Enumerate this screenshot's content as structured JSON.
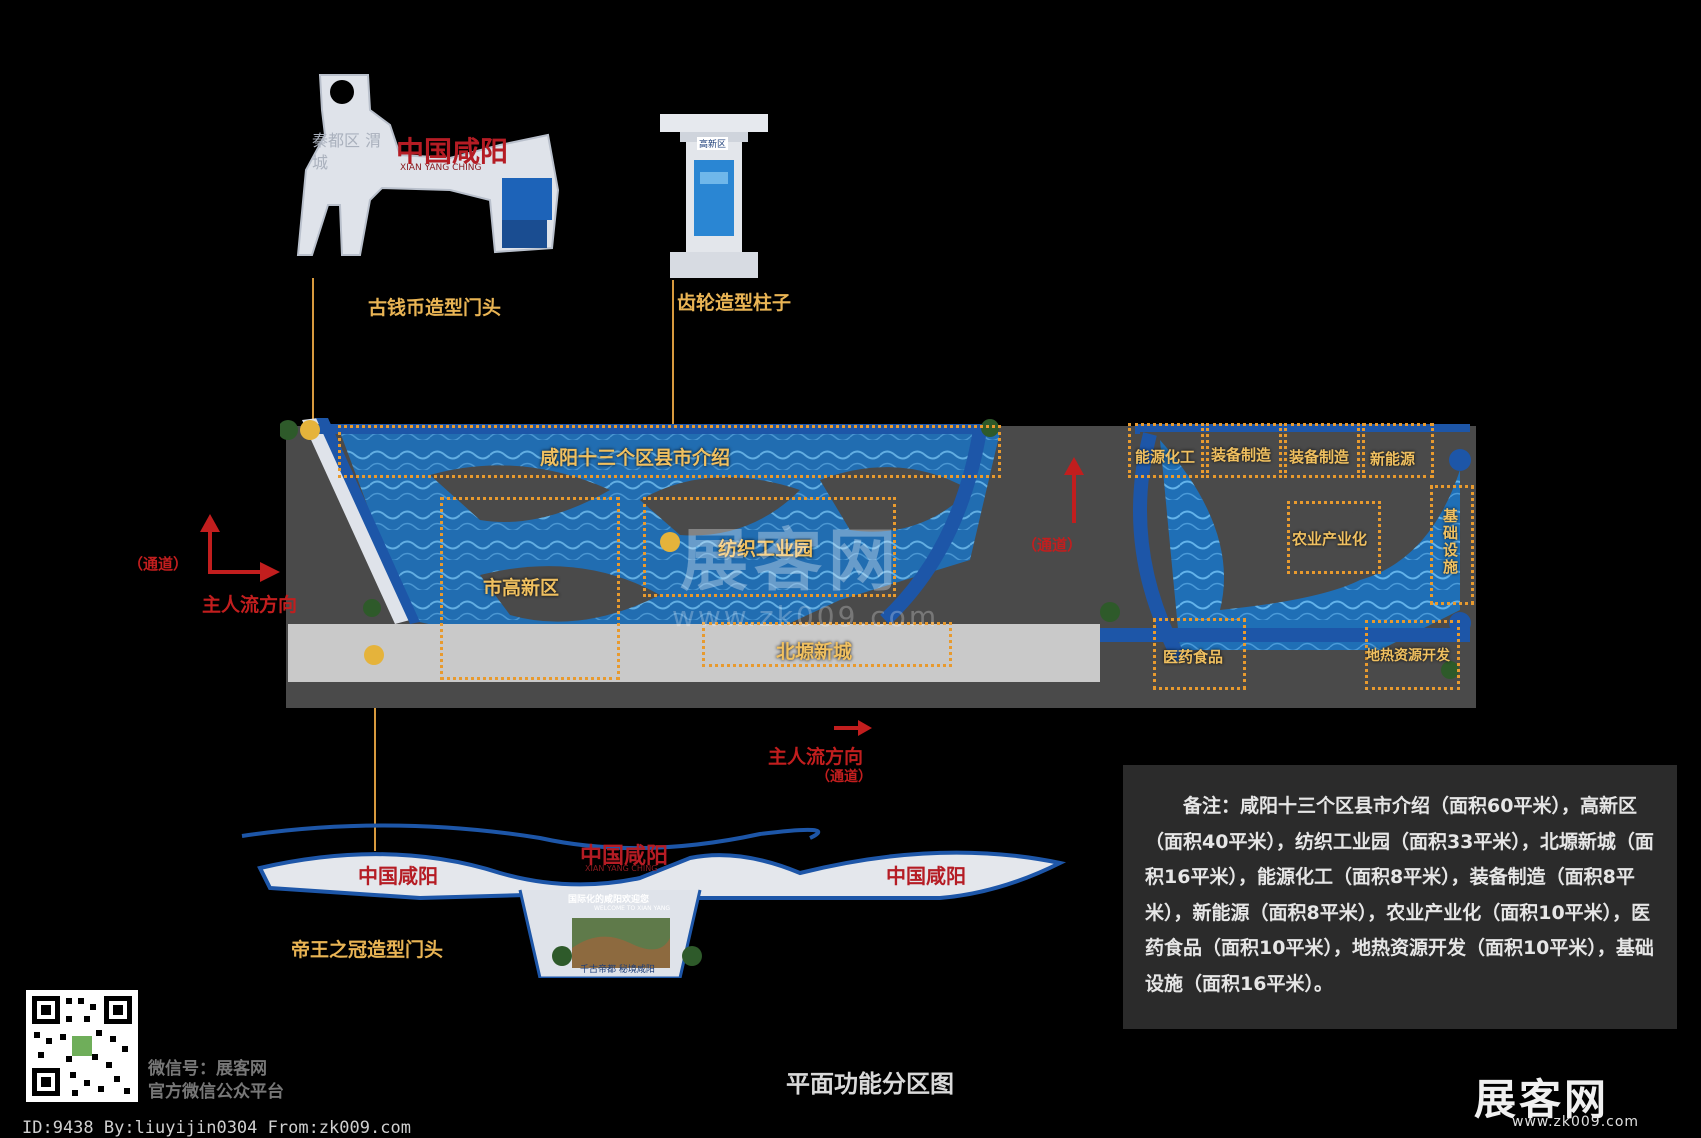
{
  "labels": {
    "coin_gate": "古钱币造型门头",
    "gear_pillar": "齿轮造型柱子",
    "crown_gate": "帝王之冠造型门头",
    "plan_title": "平面功能分区图"
  },
  "gate_texts": {
    "brand_cn": "中国咸阳",
    "brand_en": "XIAN YANG CHING",
    "coin_left": "秦都区 渭城",
    "pillar_sign": "高新区",
    "crown_banner": "国际化的咸阳欢迎您",
    "crown_welcome": "WELCOME TO XIAN YANG",
    "crown_slogan": "千古帝都 秘境咸阳"
  },
  "zones": {
    "intro": "咸阳十三个区县市介绍",
    "hitech": "市高新区",
    "textile": "纺织工业园",
    "beitang": "北塬新城",
    "energy_chem": "能源化工",
    "equip1": "装备制造",
    "equip2": "装备制造",
    "new_energy": "新能源",
    "agri": "农业产业化",
    "infra": "基础设施",
    "pharma": "医药食品",
    "geo": "地热资源开发"
  },
  "flow": {
    "channel": "（通道）",
    "channel_right": "（通道）",
    "channel_bottom": "（通道）",
    "main_flow": "主人流方向",
    "main_flow_bottom": "主人流方向"
  },
  "note": {
    "text": "备注：咸阳十三个区县市介绍（面积60平米），高新区（面积40平米），纺织工业园（面积33平米），北塬新城（面积16平米），能源化工（面积8平米），装备制造（面积8平米），新能源（面积8平米），农业产业化（面积10平米），医药食品（面积10平米），地热资源开发（面积10平米），基础设施（面积16平米）。"
  },
  "watermark": {
    "brand": "展客网",
    "url": "www.zk009.com",
    "corner_url": "www.zk009.com"
  },
  "footer": {
    "wechat": "微信号：展客网",
    "platform": "官方微信公众平台",
    "credit": "ID:9438 By:liuyijin0304 From:zk009.com"
  },
  "colors": {
    "background": "#000000",
    "zone_border": "#e89a2e",
    "label_gold": "#e9b454",
    "arrow_red": "#c21e1e",
    "water_blue": "#1f6fb6",
    "floor_gray": "#4a4a4a"
  }
}
